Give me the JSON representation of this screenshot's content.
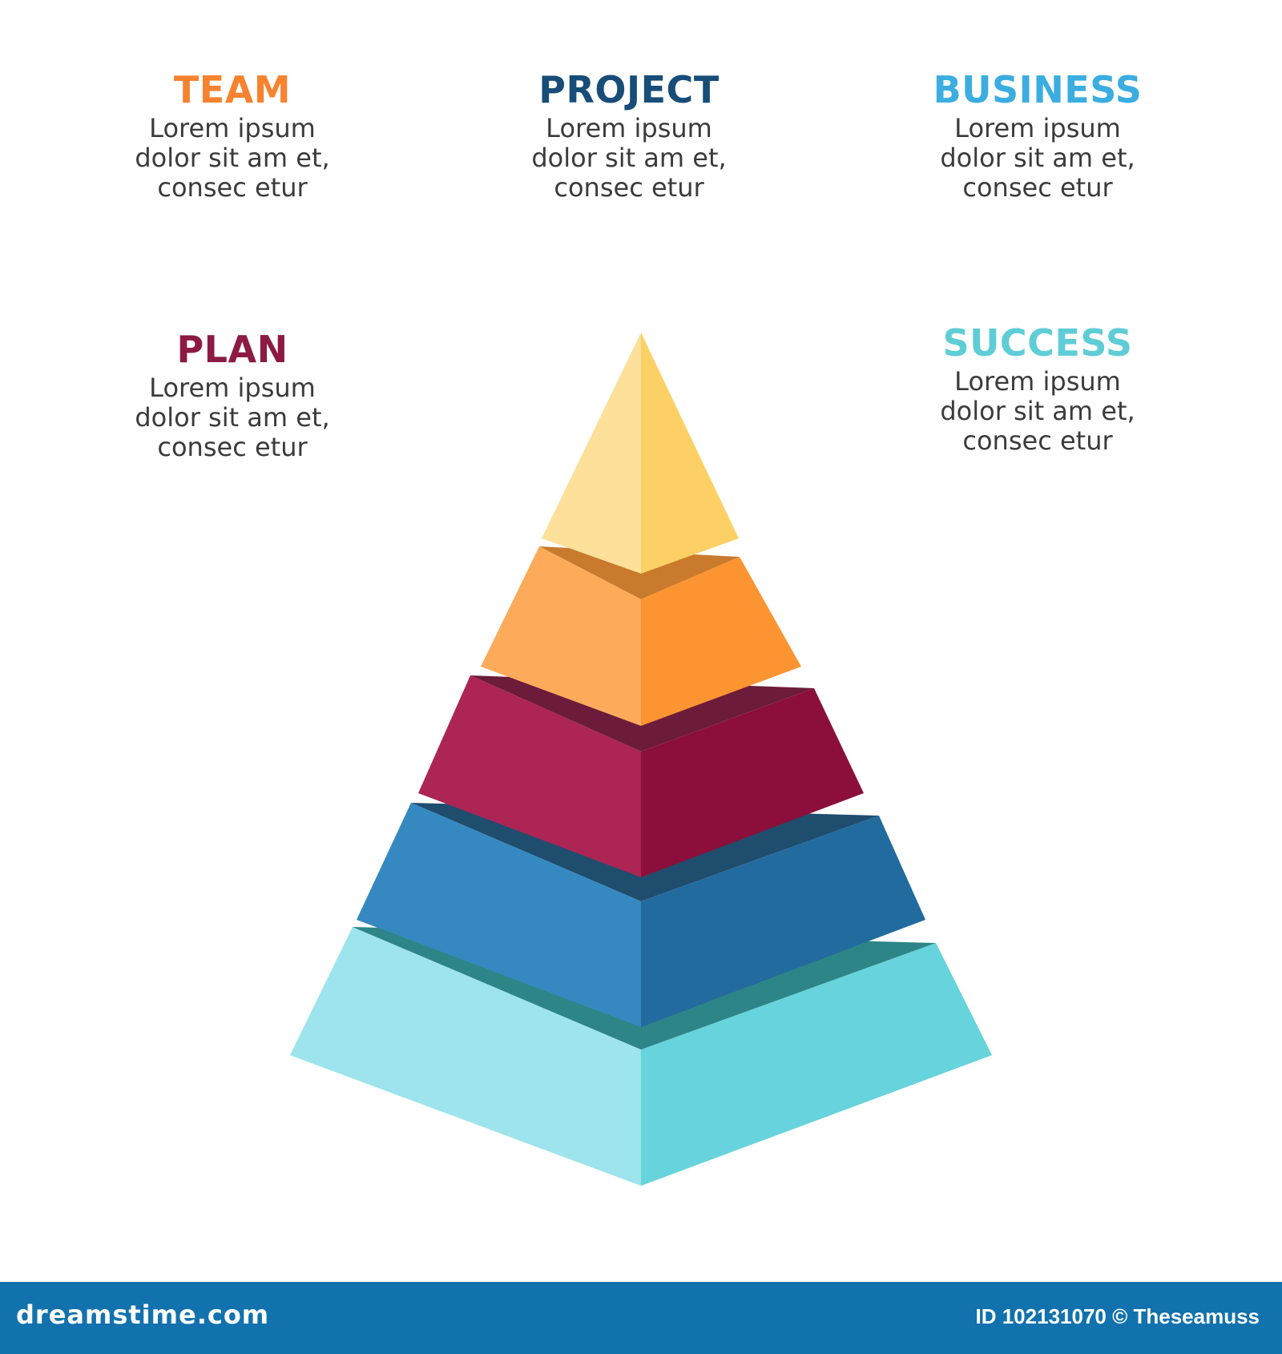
{
  "labels": [
    {
      "key": "team",
      "title": "TEAM",
      "desc": [
        "Lorem ipsum",
        "dolor sit am et,",
        "consec etur"
      ],
      "color": "#f7822f"
    },
    {
      "key": "project",
      "title": "PROJECT",
      "desc": [
        "Lorem ipsum",
        "dolor sit am et,",
        "consec etur"
      ],
      "color": "#174d78"
    },
    {
      "key": "business",
      "title": "BUSINESS",
      "desc": [
        "Lorem ipsum",
        "dolor sit am et,",
        "consec etur"
      ],
      "color": "#3bade0"
    },
    {
      "key": "plan",
      "title": "PLAN",
      "desc": [
        "Lorem ipsum",
        "dolor sit am et,",
        "consec etur"
      ],
      "color": "#8c1a44"
    },
    {
      "key": "success",
      "title": "SUCCESS",
      "desc": [
        "Lorem ipsum",
        "dolor sit am et,",
        "consec etur"
      ],
      "color": "#5ecdd6"
    }
  ],
  "pyramid_colors": {
    "apex": {
      "left": "#fde09a",
      "right": "#fdd065",
      "top": "#c97a2c"
    },
    "orange": {
      "left": "#fdaa5b",
      "right": "#fb9431",
      "top": "#6c1c3a"
    },
    "maroon": {
      "left": "#ad2555",
      "right": "#8c0f3b",
      "top": "#1f4d6e"
    },
    "blue": {
      "left": "#3589c0",
      "right": "#226b9f",
      "top": "#2e8587"
    },
    "teal": {
      "left": "#9de4ec",
      "right": "#67d3dc"
    }
  },
  "footer": {
    "logo": "dreamstime.com",
    "id_text": "ID 102131070 © Theseamuss",
    "background": "#1272ad"
  }
}
